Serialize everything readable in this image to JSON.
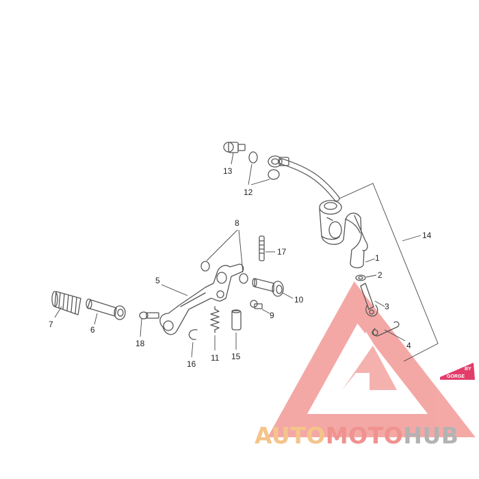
{
  "callouts": {
    "c1": "1",
    "c2": "2",
    "c3": "3",
    "c4": "4",
    "c5": "5",
    "c6": "6",
    "c7": "7",
    "c8": "8",
    "c9": "9",
    "c10": "10",
    "c11": "11",
    "c12": "12",
    "c13": "13",
    "c14": "14",
    "c15": "15",
    "c16": "16",
    "c17": "17",
    "c18": "18"
  },
  "watermark": {
    "part1": "AUTO",
    "part2": "MOTO",
    "part3": "HUB",
    "color_orange": "#f5c48a",
    "color_red": "#f0928f",
    "color_gray": "#b3b3b3"
  },
  "badge": {
    "line1": "BY",
    "line2": "GORGE"
  }
}
